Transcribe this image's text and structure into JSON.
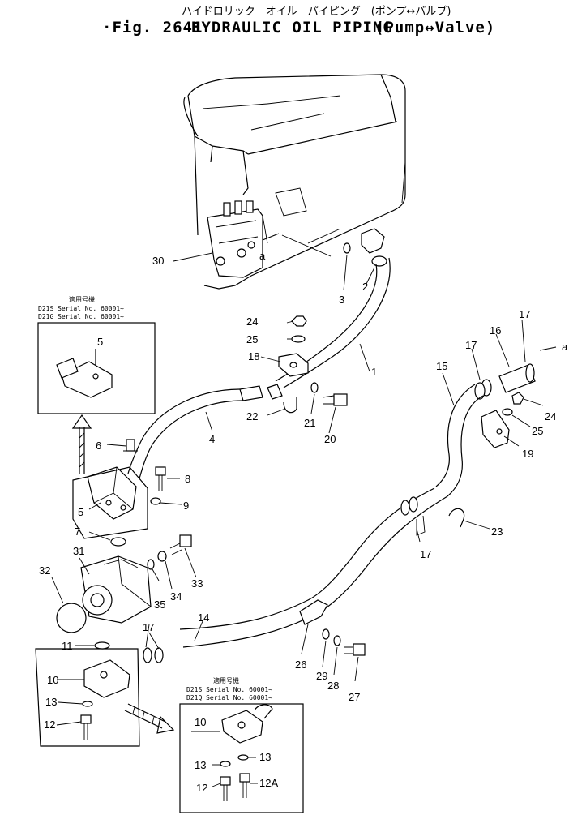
{
  "title": {
    "japanese": "ハイドロリック　オイル　パイピング　(ポンプ↔バルブ)",
    "prefix": "·Fig. 2641",
    "english": "HYDRAULIC OIL PIPING",
    "paren": "(Pump↔Valve)"
  },
  "inset_top": {
    "header": "適用号機",
    "serial_1": "D21S  Serial  No. 60001~",
    "serial_2": "D21G  Serial  No. 60001~",
    "part_label": "5"
  },
  "inset_bottom": {
    "header": "適用号機",
    "serial_1": "D21S  Serial  No. 60001~",
    "serial_2": "D21Q  Serial  No. 60001~",
    "labels": [
      "10",
      "13",
      "13",
      "12",
      "12A"
    ]
  },
  "reference_mark": "a",
  "callouts": [
    "1",
    "2",
    "3",
    "4",
    "5",
    "6",
    "7",
    "8",
    "9",
    "10",
    "11",
    "12",
    "13",
    "14",
    "15",
    "16",
    "17",
    "17",
    "17",
    "17",
    "18",
    "19",
    "20",
    "21",
    "22",
    "23",
    "24",
    "24",
    "25",
    "25",
    "26",
    "27",
    "28",
    "29",
    "30",
    "31",
    "32",
    "33",
    "34",
    "35"
  ]
}
